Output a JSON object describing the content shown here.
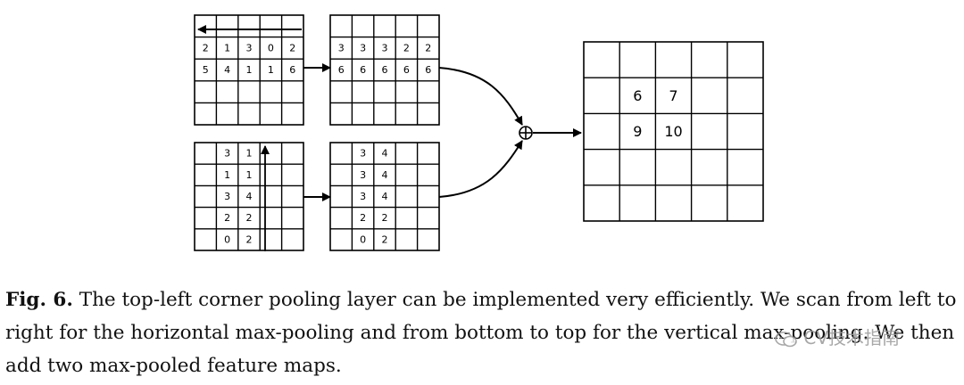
{
  "grids": {
    "horizontal_input": [
      [
        "",
        "",
        "",
        "",
        ""
      ],
      [
        "2",
        "1",
        "3",
        "0",
        "2"
      ],
      [
        "5",
        "4",
        "1",
        "1",
        "6"
      ],
      [
        "",
        "",
        "",
        "",
        ""
      ],
      [
        "",
        "",
        "",
        "",
        ""
      ]
    ],
    "horizontal_pooled": [
      [
        "",
        "",
        "",
        "",
        ""
      ],
      [
        "3",
        "3",
        "3",
        "2",
        "2"
      ],
      [
        "6",
        "6",
        "6",
        "6",
        "6"
      ],
      [
        "",
        "",
        "",
        "",
        ""
      ],
      [
        "",
        "",
        "",
        "",
        ""
      ]
    ],
    "vertical_input": [
      [
        "",
        "3",
        "1",
        "",
        ""
      ],
      [
        "",
        "1",
        "1",
        "",
        ""
      ],
      [
        "",
        "3",
        "4",
        "",
        ""
      ],
      [
        "",
        "2",
        "2",
        "",
        ""
      ],
      [
        "",
        "0",
        "2",
        "",
        ""
      ]
    ],
    "vertical_pooled": [
      [
        "",
        "3",
        "4",
        "",
        ""
      ],
      [
        "",
        "3",
        "4",
        "",
        ""
      ],
      [
        "",
        "3",
        "4",
        "",
        ""
      ],
      [
        "",
        "2",
        "2",
        "",
        ""
      ],
      [
        "",
        "0",
        "2",
        "",
        ""
      ]
    ],
    "output": [
      [
        "",
        "",
        "",
        "",
        ""
      ],
      [
        "",
        "6",
        "7",
        "",
        ""
      ],
      [
        "",
        "9",
        "10",
        "",
        ""
      ],
      [
        "",
        "",
        "",
        "",
        ""
      ],
      [
        "",
        "",
        "",
        "",
        ""
      ]
    ]
  },
  "caption": {
    "label": "Fig. 6.",
    "text": " The top-left corner pooling layer can be implemented very efficiently. We scan from left to right for the horizontal max-pooling and from bottom to top for the vertical max-pooling. We then add two max-pooled feature maps."
  },
  "watermark": {
    "text": "CV技术指南",
    "icon": "wechat-icon"
  }
}
